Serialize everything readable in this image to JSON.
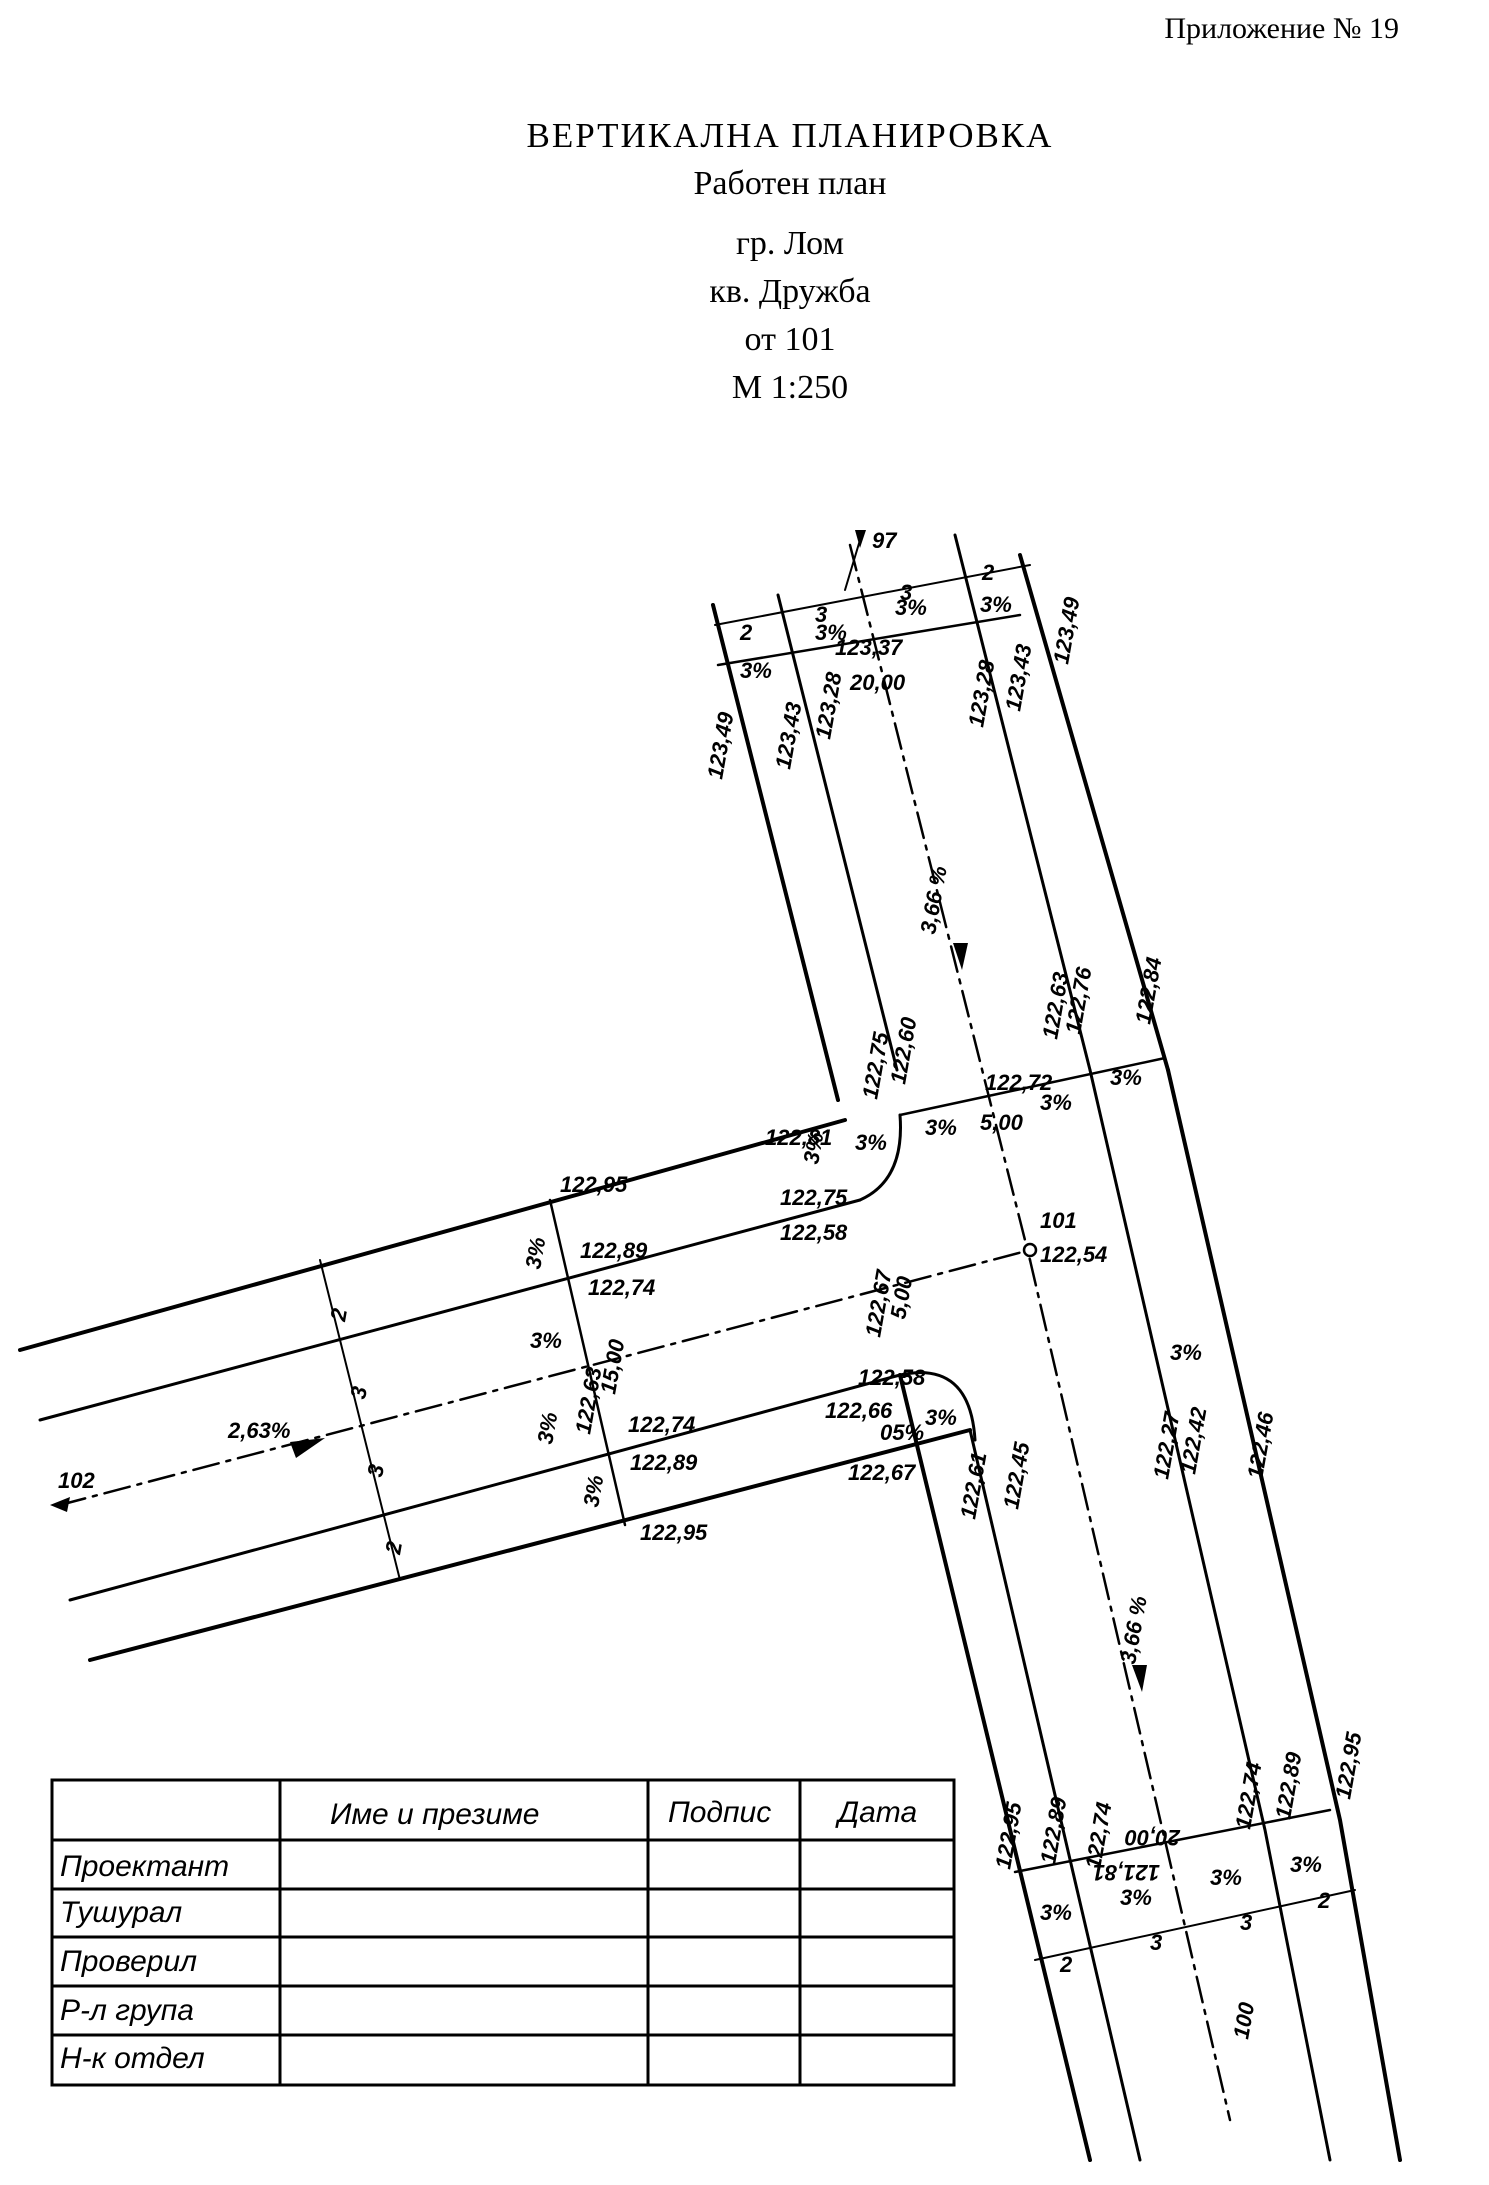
{
  "header": {
    "appendix": "Приложение № 19",
    "title": "ВЕРТИКАЛНА  ПЛАНИРОВКА",
    "subtitle": "Работен план",
    "town": "гр. Лом",
    "district": "кв. Дружба",
    "from": "от 101",
    "scale": "М 1:250"
  },
  "plan": {
    "labels": {
      "north_point": "97",
      "south_point": "100",
      "west_point": "102",
      "center_point": "101",
      "center_elev": "122,54",
      "top_w2": "2",
      "top_w3a": "3",
      "top_w3b": "3",
      "top_w2b": "2",
      "top_s1": "3%",
      "top_s2": "3%",
      "top_s3": "3%",
      "top_s4": "3%",
      "top_axis_elev": "123,37",
      "top_chainage": "20,00",
      "top_e1": "123,49",
      "top_e2": "123,43",
      "top_e3": "123,28",
      "top_e4": "123,28",
      "top_e5": "123,43",
      "top_e6": "123,49",
      "north_grade": "3,66 %",
      "mid_e1": "122,75",
      "mid_e2": "122,60",
      "mid_e3": "122,63",
      "mid_e4": "122,76",
      "mid_e5": "122,84",
      "mid_axis": "122,72",
      "mid_ch": "5,00",
      "mid_s1": "3%",
      "mid_s2": "3%",
      "mid_s3": "3%",
      "mid_s4": "3%",
      "mid_s5": "3%",
      "nw_e1": "122,81",
      "nw_e2": "122,75",
      "nw_e3": "122,58",
      "w_e1": "122,95",
      "w_e2": "122,89",
      "w_e3": "122,74",
      "w_s1": "3%",
      "w_s2": "3%",
      "w_s3": "3%",
      "w_s4": "3%",
      "w_axis": "122,63",
      "w_ch": "15,00",
      "c_axis": "122,67",
      "c_ch": "5,00",
      "sw_e1": "122,58",
      "sw_e2": "122,66",
      "sw_e3": "122,67",
      "sw_s": "3%",
      "sw_s05": "05%",
      "ww_e1": "122,74",
      "ww_e2": "122,89",
      "ww_e3": "122,95",
      "west_grade": "2,63%",
      "w_w2": "2",
      "w_w3a": "3",
      "w_w3b": "3",
      "w_w2b": "2",
      "se_e1": "122,61",
      "se_e2": "122,45",
      "se_e3": "122,27",
      "se_e4": "122,42",
      "se_e5": "122,46",
      "se_s": "3%",
      "south_grade": "3,66 %",
      "bot_e1": "122,95",
      "bot_e2": "122,89",
      "bot_e3": "122,74",
      "bot_e4": "122,74",
      "bot_e5": "122,89",
      "bot_e6": "122,95",
      "bot_axis": "121,81",
      "bot_ch": "20,00",
      "bot_s1": "3%",
      "bot_s2": "3%",
      "bot_s3": "3%",
      "bot_s4": "3%",
      "bot_w2": "2",
      "bot_w3a": "3",
      "bot_w3b": "3",
      "bot_w2b": "2"
    }
  },
  "table": {
    "headers": [
      "Име и презиме",
      "Подпис",
      "Дата"
    ],
    "rows": [
      "Проектант",
      "Тушурал",
      "Проверил",
      "Р-л група",
      "Н-к отдел"
    ]
  }
}
